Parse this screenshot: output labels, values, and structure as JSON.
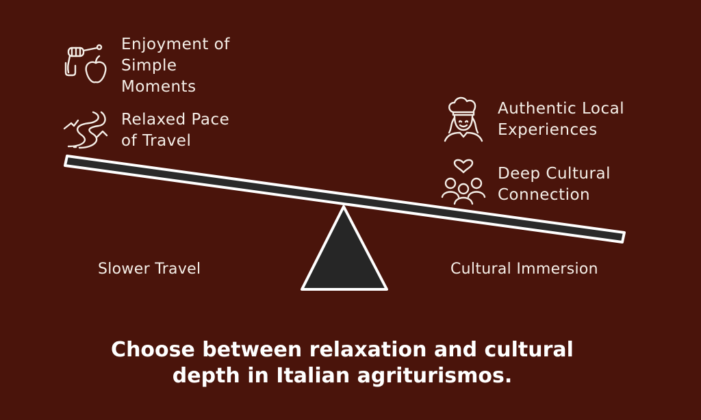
{
  "colors": {
    "background": "#4a140b",
    "foreground": "#f5efe8",
    "beam": "#2a2a2a",
    "fulcrum": "#262626"
  },
  "left": {
    "side_label": "Slower Travel",
    "items": [
      {
        "icon": "honey-apple-icon",
        "text": [
          "Enjoyment of",
          "Simple",
          "Moments"
        ]
      },
      {
        "icon": "winding-road-icon",
        "text": [
          "Relaxed Pace",
          "of Travel"
        ]
      }
    ]
  },
  "right": {
    "side_label": "Cultural Immersion",
    "items": [
      {
        "icon": "chef-icon",
        "text": [
          "Authentic Local",
          "Experiences"
        ]
      },
      {
        "icon": "people-heart-icon",
        "text": [
          "Deep Cultural",
          "Connection"
        ]
      }
    ]
  },
  "caption": [
    "Choose between relaxation and cultural",
    "depth in Italian agriturismos."
  ]
}
